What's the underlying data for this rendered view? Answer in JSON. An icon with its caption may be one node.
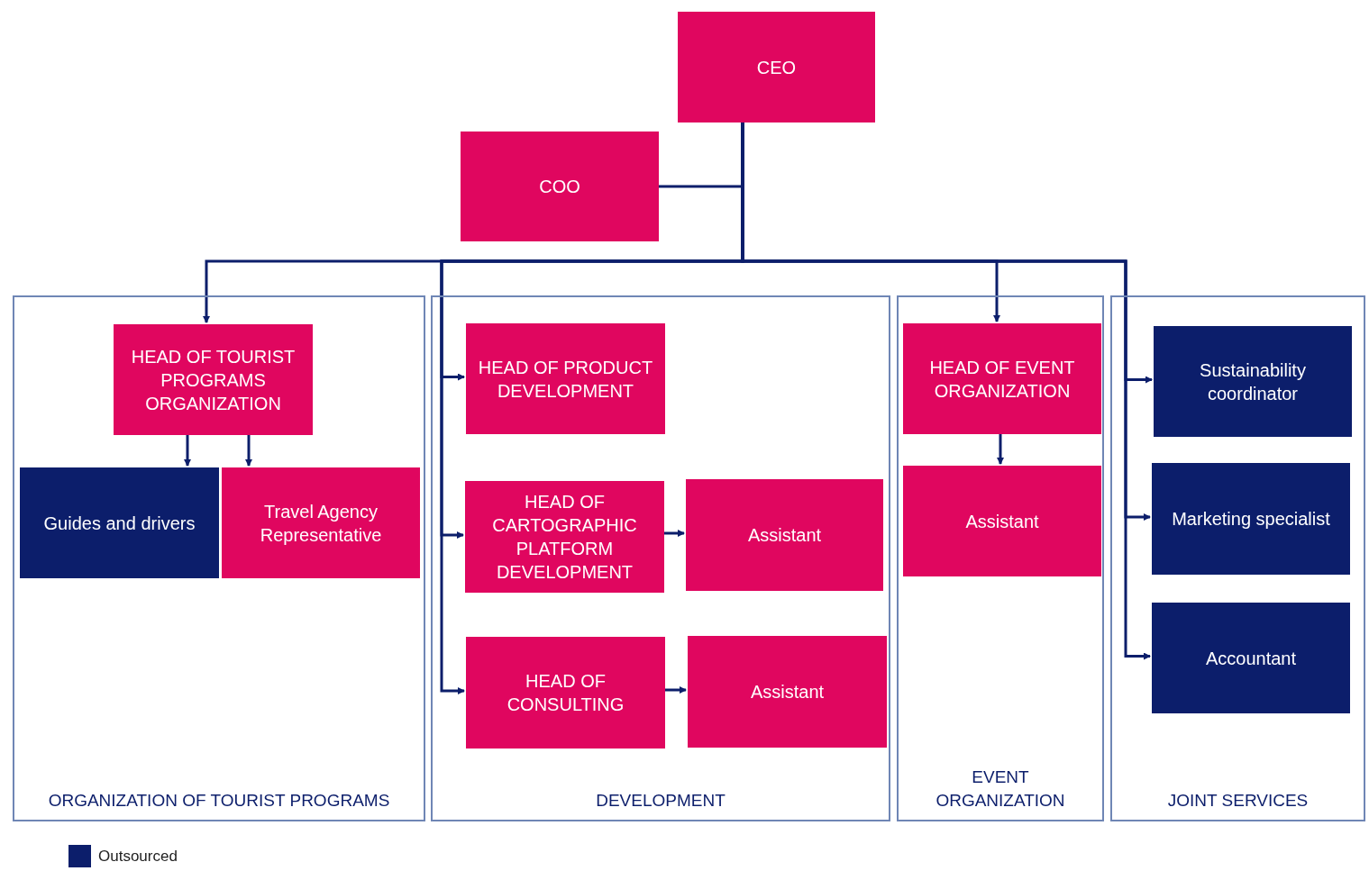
{
  "diagram": {
    "nodes": [
      {
        "text": [
          "CEO"
        ]
      },
      {
        "text": [
          "COO"
        ]
      },
      {
        "text": [
          "ORGANIZATION OF TOURIST PROGRAMS"
        ]
      },
      {
        "text": [
          "HEAD OF TOURIST PROGRAMS ORGANIZATION"
        ],
        "in": 2
      },
      {
        "text": [
          "Guides and drivers"
        ],
        "in": 2
      },
      {
        "text": [
          "Travel Agency Representative"
        ],
        "in": 2
      },
      {
        "text": [
          "DEVELOPMENT"
        ]
      },
      {
        "text": [
          "HEAD OF PRODUCT DEVELOPMENT"
        ],
        "in": 6
      },
      {
        "text": [
          "HEAD OF CARTOGRAPHIC PLATFORM DEVELOPMENT"
        ],
        "in": 6
      },
      {
        "text": [
          "Assistant"
        ],
        "in": 6
      },
      {
        "text": [
          "HEAD OF CONSULTING"
        ],
        "in": 6
      },
      {
        "text": [
          "Assistant"
        ],
        "in": 6
      },
      {
        "text": [
          "EVENT ORGANIZATION"
        ]
      },
      {
        "text": [
          "HEAD OF EVENT ORGANIZATION"
        ],
        "in": 12
      },
      {
        "text": [
          "Assistant"
        ],
        "in": 12
      },
      {
        "text": [
          "JOINT SERVICES"
        ]
      },
      {
        "text": [
          "Sustainability coordinator"
        ],
        "in": 15
      },
      {
        "text": [
          "Marketing specialist"
        ],
        "in": 15
      },
      {
        "text": [
          "Accountant"
        ],
        "in": 15
      }
    ],
    "edges": [
      {
        "from": 1,
        "to": 0,
        "arrow": "none"
      },
      {
        "from": 0,
        "to": 3,
        "arrow": "to"
      },
      {
        "from": 0,
        "to": 7,
        "arrow": "to"
      },
      {
        "from": 0,
        "to": 8,
        "arrow": "to"
      },
      {
        "from": 0,
        "to": 10,
        "arrow": "to"
      },
      {
        "from": 0,
        "to": 13,
        "arrow": "to"
      },
      {
        "from": 0,
        "to": 16,
        "arrow": "to"
      },
      {
        "from": 0,
        "to": 17,
        "arrow": "to"
      },
      {
        "from": 0,
        "to": 18,
        "arrow": "to"
      },
      {
        "from": 3,
        "to": 4,
        "arrow": "to"
      },
      {
        "from": 3,
        "to": 5,
        "arrow": "to"
      },
      {
        "from": 8,
        "to": 9,
        "arrow": "to"
      },
      {
        "from": 10,
        "to": 11,
        "arrow": "to"
      },
      {
        "from": 13,
        "to": 14,
        "arrow": "to"
      }
    ],
    "legend": [
      {
        "text": "Outsourced",
        "color": "#0c1e6b"
      }
    ]
  }
}
